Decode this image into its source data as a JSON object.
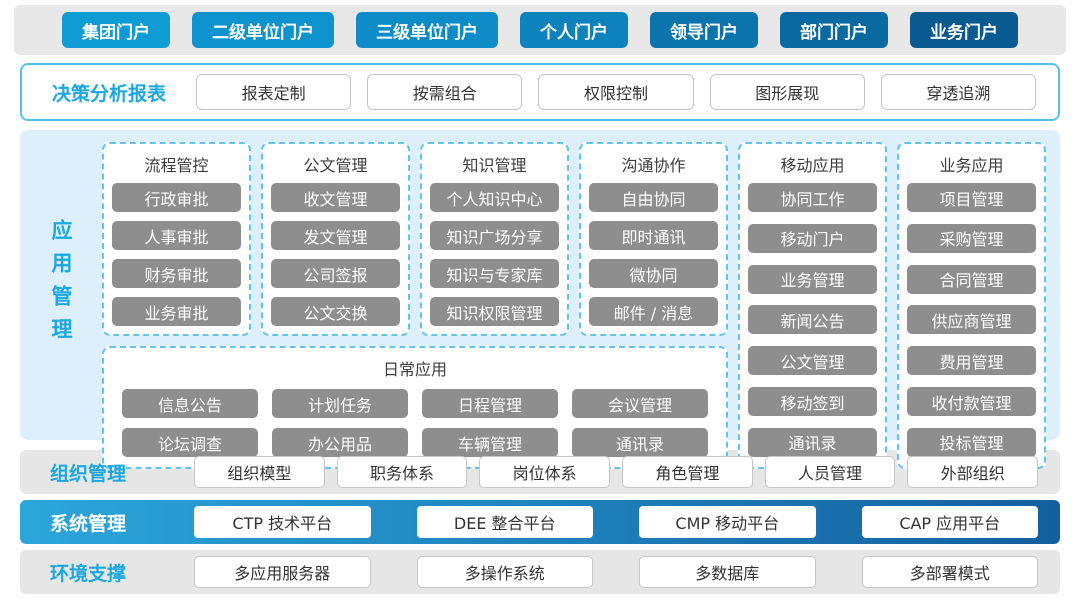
{
  "colors": {
    "accent_blue": "#1ba7e0",
    "section_bg": "#ddeffa",
    "dashed_border": "#5fc5ee",
    "gray_bar_bg": "#e6e6e6",
    "gray_button": "#8e8e8e",
    "sys_gradient_left": "#2ba6db",
    "sys_gradient_right": "#135f9f"
  },
  "portal_bar": {
    "items": [
      {
        "label": "集团门户",
        "color": "#0f9cd5"
      },
      {
        "label": "二级单位门户",
        "color": "#0f93cf"
      },
      {
        "label": "三级单位门户",
        "color": "#0e8cc8"
      },
      {
        "label": "个人门户",
        "color": "#0d82bc"
      },
      {
        "label": "领导门户",
        "color": "#0c74ad"
      },
      {
        "label": "部门门户",
        "color": "#0b69a1"
      },
      {
        "label": "业务门户",
        "color": "#0a5a92"
      }
    ]
  },
  "decision_bar": {
    "title": "决策分析报表",
    "items": [
      "报表定制",
      "按需组合",
      "权限控制",
      "图形展现",
      "穿透追溯"
    ]
  },
  "app_section": {
    "title": "应用管理",
    "columns": [
      {
        "title": "流程管控",
        "items": [
          "行政审批",
          "人事审批",
          "财务审批",
          "业务审批"
        ]
      },
      {
        "title": "公文管理",
        "items": [
          "收文管理",
          "发文管理",
          "公司签报",
          "公文交换"
        ]
      },
      {
        "title": "知识管理",
        "items": [
          "个人知识中心",
          "知识广场分享",
          "知识与专家库",
          "知识权限管理"
        ]
      },
      {
        "title": "沟通协作",
        "items": [
          "自由协同",
          "即时通讯",
          "微协同",
          "邮件 / 消息"
        ]
      }
    ],
    "daily": {
      "title": "日常应用",
      "items": [
        "信息公告",
        "计划任务",
        "日程管理",
        "会议管理",
        "论坛调查",
        "办公用品",
        "车辆管理",
        "通讯录"
      ]
    },
    "tall_columns": [
      {
        "title": "移动应用",
        "items": [
          "协同工作",
          "移动门户",
          "业务管理",
          "新闻公告",
          "公文管理",
          "移动签到",
          "通讯录"
        ]
      },
      {
        "title": "业务应用",
        "items": [
          "项目管理",
          "采购管理",
          "合同管理",
          "供应商管理",
          "费用管理",
          "收付款管理",
          "投标管理"
        ]
      }
    ]
  },
  "org_bar": {
    "title": "组织管理",
    "items": [
      "组织模型",
      "职务体系",
      "岗位体系",
      "角色管理",
      "人员管理",
      "外部组织"
    ]
  },
  "sys_bar": {
    "title": "系统管理",
    "items": [
      "CTP 技术平台",
      "DEE 整合平台",
      "CMP 移动平台",
      "CAP 应用平台"
    ]
  },
  "env_bar": {
    "title": "环境支撑",
    "items": [
      "多应用服务器",
      "多操作系统",
      "多数据库",
      "多部署模式"
    ]
  }
}
